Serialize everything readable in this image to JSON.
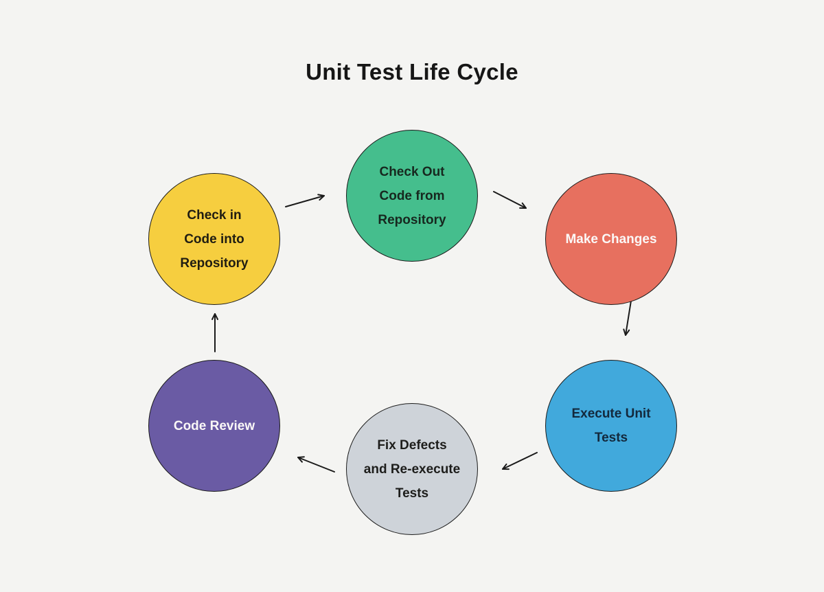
{
  "title": "Unit Test Life Cycle",
  "background_color": "#f4f4f2",
  "title_color": "#161616",
  "arrow_color": "#1a1a1a",
  "nodes": [
    {
      "id": "check-out-code",
      "label": "Check Out Code from Repository",
      "lines": [
        "Check Out",
        "Code from",
        "Repository"
      ],
      "color": "#45be8d",
      "text_color": "#17281f"
    },
    {
      "id": "make-changes",
      "label": "Make Changes",
      "lines": [
        "Make Changes"
      ],
      "color": "#e7705f",
      "text_color": "#fbf8f7"
    },
    {
      "id": "execute-unit-tests",
      "label": "Execute Unit Tests",
      "lines": [
        "Execute Unit",
        "Tests"
      ],
      "color": "#41a9dc",
      "text_color": "#13293d"
    },
    {
      "id": "fix-defects",
      "label": "Fix Defects and Re-execute Tests",
      "lines": [
        "Fix Defects",
        "and Re-execute",
        "Tests"
      ],
      "color": "#ced3d9",
      "text_color": "#1d1d1b"
    },
    {
      "id": "code-review",
      "label": "Code Review",
      "lines": [
        "Code Review"
      ],
      "color": "#6a5ba4",
      "text_color": "#fbf8f7"
    },
    {
      "id": "check-in-code",
      "label": "Check in Code into Repository",
      "lines": [
        "Check in",
        "Code into",
        "Repository"
      ],
      "color": "#f6ce3f",
      "text_color": "#201d12"
    }
  ],
  "flow": [
    {
      "from": "check-out-code",
      "to": "make-changes"
    },
    {
      "from": "make-changes",
      "to": "execute-unit-tests"
    },
    {
      "from": "execute-unit-tests",
      "to": "fix-defects"
    },
    {
      "from": "fix-defects",
      "to": "code-review"
    },
    {
      "from": "code-review",
      "to": "check-in-code"
    },
    {
      "from": "check-in-code",
      "to": "check-out-code"
    }
  ]
}
